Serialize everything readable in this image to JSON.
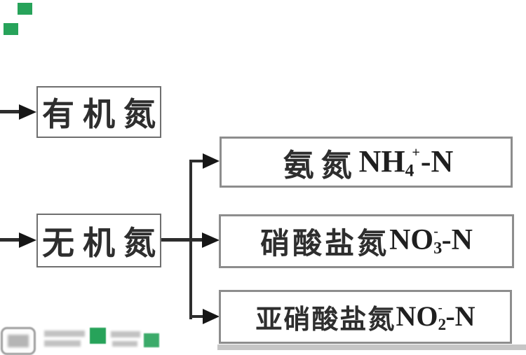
{
  "diagram": {
    "description": "nitrogen classification flowchart",
    "nodes": {
      "organic": {
        "label": "有机氮"
      },
      "inorganic": {
        "label": "无机氮"
      },
      "ammonia": {
        "cn": "氨氮",
        "base": "NH",
        "sub": "4",
        "sup": "+",
        "suffix": "-N"
      },
      "nitrate": {
        "cn": "硝酸盐氮",
        "base": "NO",
        "sub": "3",
        "sup": "-",
        "suffix": "-N"
      },
      "nitrite": {
        "cn": "亚硝酸盐氮",
        "base": "NO",
        "sub": "2",
        "sup": "-",
        "suffix": "-N"
      }
    },
    "colors": {
      "line": "#2d2d2d",
      "arrowhead": "#161616",
      "box_border_left": "#6f6f6f",
      "box_border_right": "#8d8d8d",
      "text": "#2e2e2e",
      "watermark_green": "#27a35a",
      "bottom_strip_gray": "#c6c6c6",
      "background": "#ffffff"
    }
  }
}
